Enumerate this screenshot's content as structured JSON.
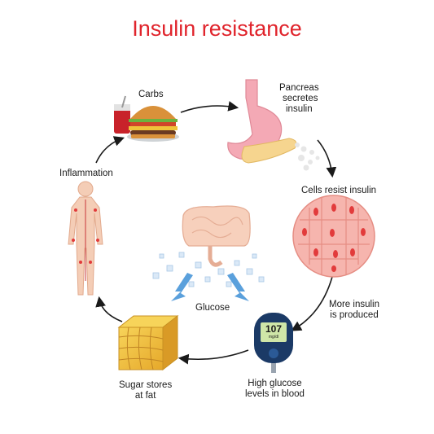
{
  "title": "Insulin resistance",
  "colors": {
    "title": "#e0242c",
    "arrow": "#1a1a1a",
    "glucose_arrow": "#5aa0dc",
    "cell": "#f6b5ae",
    "nucleus": "#e23b3b",
    "fat": "#f3c53a",
    "skin": "#f4cdb6",
    "meter_body": "#1b3a66"
  },
  "labels": {
    "carbs": "Carbs",
    "pancreas": [
      "Pancreas",
      "secretes",
      "insulin"
    ],
    "cells_resist": "Cells resist insulin",
    "more_insulin": [
      "More insulin",
      "is produced"
    ],
    "high_glucose": [
      "High glucose",
      "levels in blood"
    ],
    "sugar_stores": [
      "Sugar stores",
      "at fat"
    ],
    "inflammation": "Inflammation",
    "glucose": "Glucose"
  },
  "meter": {
    "reading": "107",
    "unit": "mg/dl"
  },
  "cycle_icons": [
    "burger-icon",
    "stomach-pancreas-icon",
    "cells-icon",
    "glucometer-icon",
    "fat-cube-icon",
    "human-body-icon"
  ]
}
